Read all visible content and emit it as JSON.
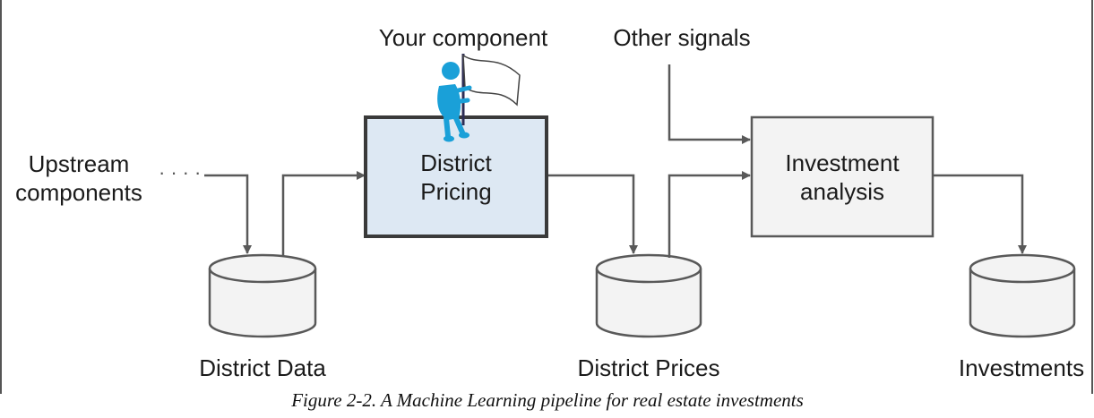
{
  "diagram": {
    "inputs": {
      "upstream_line1": "Upstream",
      "upstream_line2": "components",
      "other_signals": "Other signals"
    },
    "your_component_label": "Your component",
    "nodes": {
      "district_pricing_line1": "District",
      "district_pricing_line2": "Pricing",
      "investment_analysis_line1": "Investment",
      "investment_analysis_line2": "analysis"
    },
    "datastores": {
      "district_data": "District Data",
      "district_prices": "District Prices",
      "investments": "Investments"
    },
    "caption": "Figure 2-2. A Machine Learning pipeline for real estate investments",
    "colors": {
      "highlight_fill": "#dde8f3",
      "box_fill": "#f3f3f3",
      "stroke": "#595959",
      "figure_blue": "#1aa0d8"
    },
    "icons": [
      "database-cylinder-icon",
      "flag-figure-icon",
      "arrow-head-icon"
    ]
  }
}
